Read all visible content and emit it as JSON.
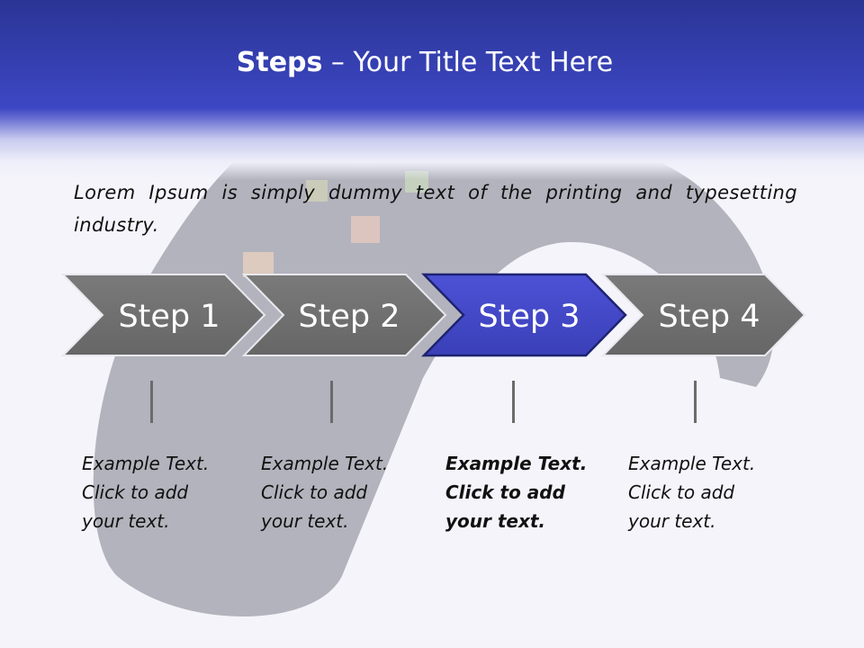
{
  "header": {
    "title_bold": "Steps",
    "title_rest": " – Your Title Text Here"
  },
  "intro": {
    "text": "Lorem Ipsum is simply dummy text of the printing and typesetting industry."
  },
  "steps": [
    {
      "label": "Step 1",
      "lines": [
        "Example Text.",
        "Click  to add",
        "your text."
      ],
      "active": false
    },
    {
      "label": "Step 2",
      "lines": [
        "Example Text.",
        "Click  to add",
        "your text."
      ],
      "active": false
    },
    {
      "label": "Step 3",
      "lines": [
        "Example Text.",
        "Click  to add",
        "your text."
      ],
      "active": true
    },
    {
      "label": "Step 4",
      "lines": [
        "Example Text.",
        "Click  to add",
        "your text."
      ],
      "active": false
    }
  ],
  "colors": {
    "header_blue": "#3d47c4",
    "step_gray": "#707070",
    "step_active": "#4448c8",
    "tick_gray": "#6b6b6b"
  }
}
